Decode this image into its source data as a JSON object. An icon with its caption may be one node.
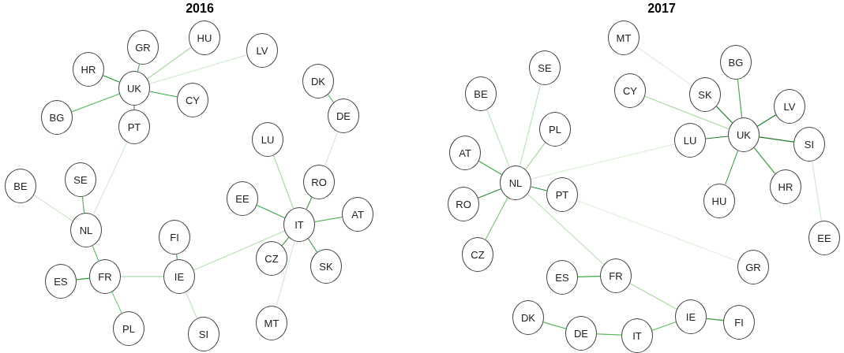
{
  "diagram": {
    "nodes": [
      {
        "text": [
          "HU"
        ]
      },
      {
        "text": [
          "GR"
        ]
      },
      {
        "text": [
          "LV"
        ]
      },
      {
        "text": [
          "HR"
        ]
      },
      {
        "text": [
          "UK"
        ]
      },
      {
        "text": [
          "DK"
        ]
      },
      {
        "text": [
          "CY"
        ]
      },
      {
        "text": [
          "DE"
        ]
      },
      {
        "text": [
          "BG"
        ]
      },
      {
        "text": [
          "PT"
        ]
      },
      {
        "text": [
          "LU"
        ]
      },
      {
        "text": [
          "BE"
        ]
      },
      {
        "text": [
          "SE"
        ]
      },
      {
        "text": [
          "RO"
        ]
      },
      {
        "text": [
          "EE"
        ]
      },
      {
        "text": [
          "AT"
        ]
      },
      {
        "text": [
          "IT"
        ]
      },
      {
        "text": [
          "NL"
        ]
      },
      {
        "text": [
          "FI"
        ]
      },
      {
        "text": [
          "CZ"
        ]
      },
      {
        "text": [
          "SK"
        ]
      },
      {
        "text": [
          "FR"
        ]
      },
      {
        "text": [
          "IE"
        ]
      },
      {
        "text": [
          "ES"
        ]
      },
      {
        "text": [
          "MT"
        ]
      },
      {
        "text": [
          "PL"
        ]
      },
      {
        "text": [
          "SI"
        ]
      },
      {
        "text": [
          "MT"
        ]
      },
      {
        "text": [
          "BG"
        ]
      },
      {
        "text": [
          "SE"
        ]
      },
      {
        "text": [
          "CY"
        ]
      },
      {
        "text": [
          "BE"
        ]
      },
      {
        "text": [
          "SK"
        ]
      },
      {
        "text": [
          "LV"
        ]
      },
      {
        "text": [
          "PL"
        ]
      },
      {
        "text": [
          "UK"
        ]
      },
      {
        "text": [
          "SI"
        ]
      },
      {
        "text": [
          "LU"
        ]
      },
      {
        "text": [
          "AT"
        ]
      },
      {
        "text": [
          "NL"
        ]
      },
      {
        "text": [
          "HR"
        ]
      },
      {
        "text": [
          "PT"
        ]
      },
      {
        "text": [
          "HU"
        ]
      },
      {
        "text": [
          "RO"
        ]
      },
      {
        "text": [
          "EE"
        ]
      },
      {
        "text": [
          "CZ"
        ]
      },
      {
        "text": [
          "ES"
        ]
      },
      {
        "text": [
          "FR"
        ]
      },
      {
        "text": [
          "GR"
        ]
      },
      {
        "text": [
          "DK"
        ]
      },
      {
        "text": [
          "IE"
        ]
      },
      {
        "text": [
          "FI"
        ]
      },
      {
        "text": [
          "DE"
        ]
      },
      {
        "text": [
          "IT"
        ]
      }
    ],
    "edges": [
      {
        "from": 4,
        "to": 1,
        "arrow": "none",
        "color": "#5fa85f"
      },
      {
        "from": 4,
        "to": 0,
        "arrow": "none",
        "color": "#a8d8a0"
      },
      {
        "from": 4,
        "to": 2,
        "arrow": "none",
        "color": "#d2ecd0"
      },
      {
        "from": 4,
        "to": 3,
        "arrow": "none",
        "color": "#1f9a2a"
      },
      {
        "from": 4,
        "to": 6,
        "arrow": "none",
        "color": "#3aa845"
      },
      {
        "from": 4,
        "to": 8,
        "arrow": "none",
        "color": "#6cc070"
      },
      {
        "from": 4,
        "to": 9,
        "arrow": "none",
        "color": "#4a9a50"
      },
      {
        "from": 9,
        "to": 17,
        "arrow": "none",
        "color": "#d2ecd0"
      },
      {
        "from": 12,
        "to": 17,
        "arrow": "none",
        "color": "#5fb05f"
      },
      {
        "from": 11,
        "to": 17,
        "arrow": "none",
        "color": "#cfe8cc"
      },
      {
        "from": 17,
        "to": 21,
        "arrow": "none",
        "color": "#5fb862"
      },
      {
        "from": 23,
        "to": 21,
        "arrow": "none",
        "color": "#2aa030"
      },
      {
        "from": 21,
        "to": 25,
        "arrow": "none",
        "color": "#80c880"
      },
      {
        "from": 21,
        "to": 22,
        "arrow": "none",
        "color": "#9ad09a"
      },
      {
        "from": 18,
        "to": 22,
        "arrow": "none",
        "color": "#4a9a50"
      },
      {
        "from": 22,
        "to": 26,
        "arrow": "none",
        "color": "#c0e4bc"
      },
      {
        "from": 22,
        "to": 16,
        "arrow": "none",
        "color": "#c0e4bc"
      },
      {
        "from": 16,
        "to": 10,
        "arrow": "none",
        "color": "#a8d8a0"
      },
      {
        "from": 16,
        "to": 13,
        "arrow": "none",
        "color": "#4a9a50"
      },
      {
        "from": 13,
        "to": 7,
        "arrow": "none",
        "color": "#d2ecd0"
      },
      {
        "from": 7,
        "to": 5,
        "arrow": "none",
        "color": "#6cc070"
      },
      {
        "from": 16,
        "to": 14,
        "arrow": "none",
        "color": "#3aa845"
      },
      {
        "from": 16,
        "to": 15,
        "arrow": "none",
        "color": "#3aa845"
      },
      {
        "from": 16,
        "to": 19,
        "arrow": "none",
        "color": "#4a9a50"
      },
      {
        "from": 16,
        "to": 20,
        "arrow": "none",
        "color": "#4a9a50"
      },
      {
        "from": 16,
        "to": 24,
        "arrow": "none",
        "color": "#d2ecd0"
      },
      {
        "from": 39,
        "to": 31,
        "arrow": "none",
        "color": "#c0e4bc"
      },
      {
        "from": 39,
        "to": 29,
        "arrow": "none",
        "color": "#c0e4bc"
      },
      {
        "from": 39,
        "to": 34,
        "arrow": "none",
        "color": "#a8d8a0"
      },
      {
        "from": 39,
        "to": 38,
        "arrow": "none",
        "color": "#3aa845"
      },
      {
        "from": 39,
        "to": 43,
        "arrow": "none",
        "color": "#2a8a35"
      },
      {
        "from": 39,
        "to": 45,
        "arrow": "none",
        "color": "#80c880"
      },
      {
        "from": 39,
        "to": 41,
        "arrow": "none",
        "color": "#2a8a35"
      },
      {
        "from": 39,
        "to": 37,
        "arrow": "none",
        "color": "#ddf0da"
      },
      {
        "from": 39,
        "to": 47,
        "arrow": "none",
        "color": "#c0e4bc"
      },
      {
        "from": 41,
        "to": 48,
        "arrow": "none",
        "color": "#ddf0da"
      },
      {
        "from": 46,
        "to": 47,
        "arrow": "none",
        "color": "#3aa845"
      },
      {
        "from": 47,
        "to": 50,
        "arrow": "none",
        "color": "#a8d8a0"
      },
      {
        "from": 50,
        "to": 51,
        "arrow": "none",
        "color": "#3a9a45"
      },
      {
        "from": 50,
        "to": 53,
        "arrow": "none",
        "color": "#5fb862"
      },
      {
        "from": 53,
        "to": 52,
        "arrow": "none",
        "color": "#5fb862"
      },
      {
        "from": 52,
        "to": 49,
        "arrow": "none",
        "color": "#5fb862"
      },
      {
        "from": 27,
        "to": 32,
        "arrow": "none",
        "color": "#ddf0da"
      },
      {
        "from": 30,
        "to": 35,
        "arrow": "none",
        "color": "#a8d8a0"
      },
      {
        "from": 32,
        "to": 35,
        "arrow": "none",
        "color": "#1f7a2a"
      },
      {
        "from": 28,
        "to": 35,
        "arrow": "none",
        "color": "#4aa850"
      },
      {
        "from": 33,
        "to": 35,
        "arrow": "none",
        "color": "#1f7a2a"
      },
      {
        "from": 36,
        "to": 35,
        "arrow": "none",
        "color": "#1f7a2a"
      },
      {
        "from": 37,
        "to": 35,
        "arrow": "none",
        "color": "#1f7a2a"
      },
      {
        "from": 40,
        "to": 35,
        "arrow": "none",
        "color": "#4aa850"
      },
      {
        "from": 42,
        "to": 35,
        "arrow": "none",
        "color": "#4aa850"
      },
      {
        "from": 36,
        "to": 44,
        "arrow": "none",
        "color": "#d2ecd0"
      }
    ],
    "labels": [
      "2016",
      "2017"
    ]
  }
}
